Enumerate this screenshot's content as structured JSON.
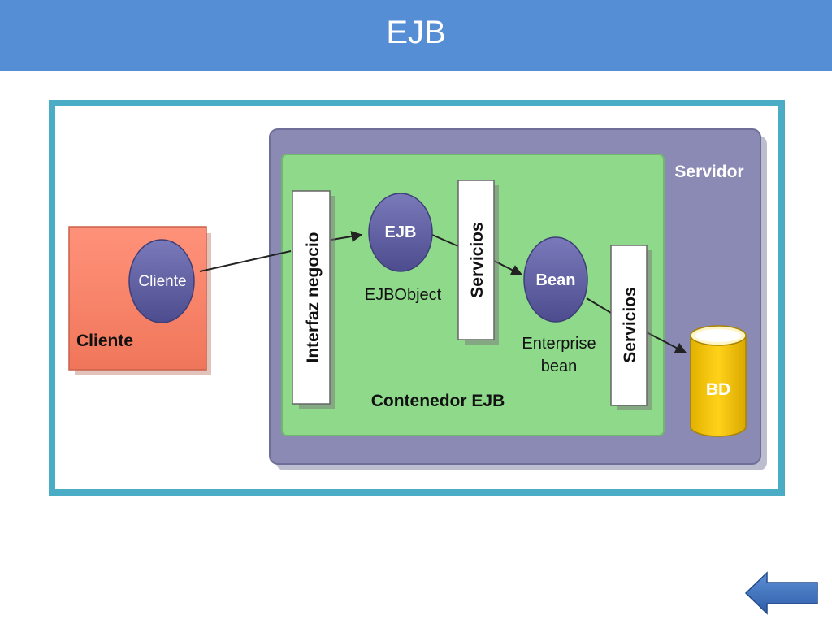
{
  "slide": {
    "title": "EJB"
  },
  "diagram": {
    "server_label": "Servidor",
    "container_label": "Contenedor EJB",
    "client_box_label": "Cliente",
    "client_node": "Cliente",
    "interface_label": "Interfaz negocio",
    "ejb_node": "EJB",
    "ejb_node_caption": "EJBObject",
    "services_label_1": "Servicios",
    "bean_node": "Bean",
    "bean_caption_line1": "Enterprise",
    "bean_caption_line2": "bean",
    "services_label_2": "Servicios",
    "database_label": "BD"
  },
  "navigation": {
    "back_icon": "arrow-left-icon"
  },
  "colors": {
    "title_bar": "#558ed5",
    "frame_border": "#4bacc6",
    "server_box": "#8a8ab5",
    "container_box": "#8fd98b",
    "client_box": "#f5866a",
    "node_fill": "#5c5c9e",
    "database_fill": "#f2c200",
    "back_arrow": "#3a6fb6"
  }
}
